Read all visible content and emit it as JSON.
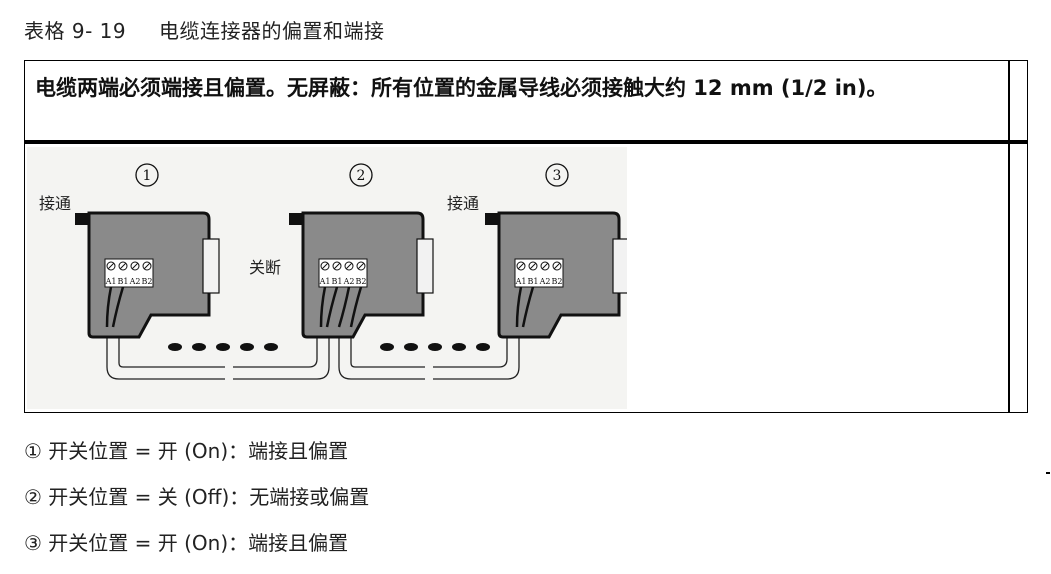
{
  "caption": {
    "table_number": "表格 9- 19",
    "title": "电缆连接器的偏置和端接"
  },
  "table": {
    "header_text": "电缆两端必须端接且偏置。无屏蔽：所有位置的金属导线必须接触大约 12 mm (1/2 in)。",
    "figure": {
      "connectors": [
        {
          "marker": "①",
          "switch_label": "接通",
          "terminals": [
            "A1",
            "B1",
            "A2",
            "B2"
          ]
        },
        {
          "marker": "②",
          "switch_label": "关断",
          "terminals": [
            "A1",
            "B1",
            "A2",
            "B2"
          ]
        },
        {
          "marker": "③",
          "switch_label": "接通",
          "terminals": [
            "A1",
            "B1",
            "A2",
            "B2"
          ]
        }
      ]
    }
  },
  "notes": [
    {
      "marker": "①",
      "text": "开关位置 = 开 (On)：端接且偏置"
    },
    {
      "marker": "②",
      "text": "开关位置 = 关 (Off)：无端接或偏置"
    },
    {
      "marker": "③",
      "text": "开关位置 = 开 (On)：端接且偏置"
    }
  ]
}
